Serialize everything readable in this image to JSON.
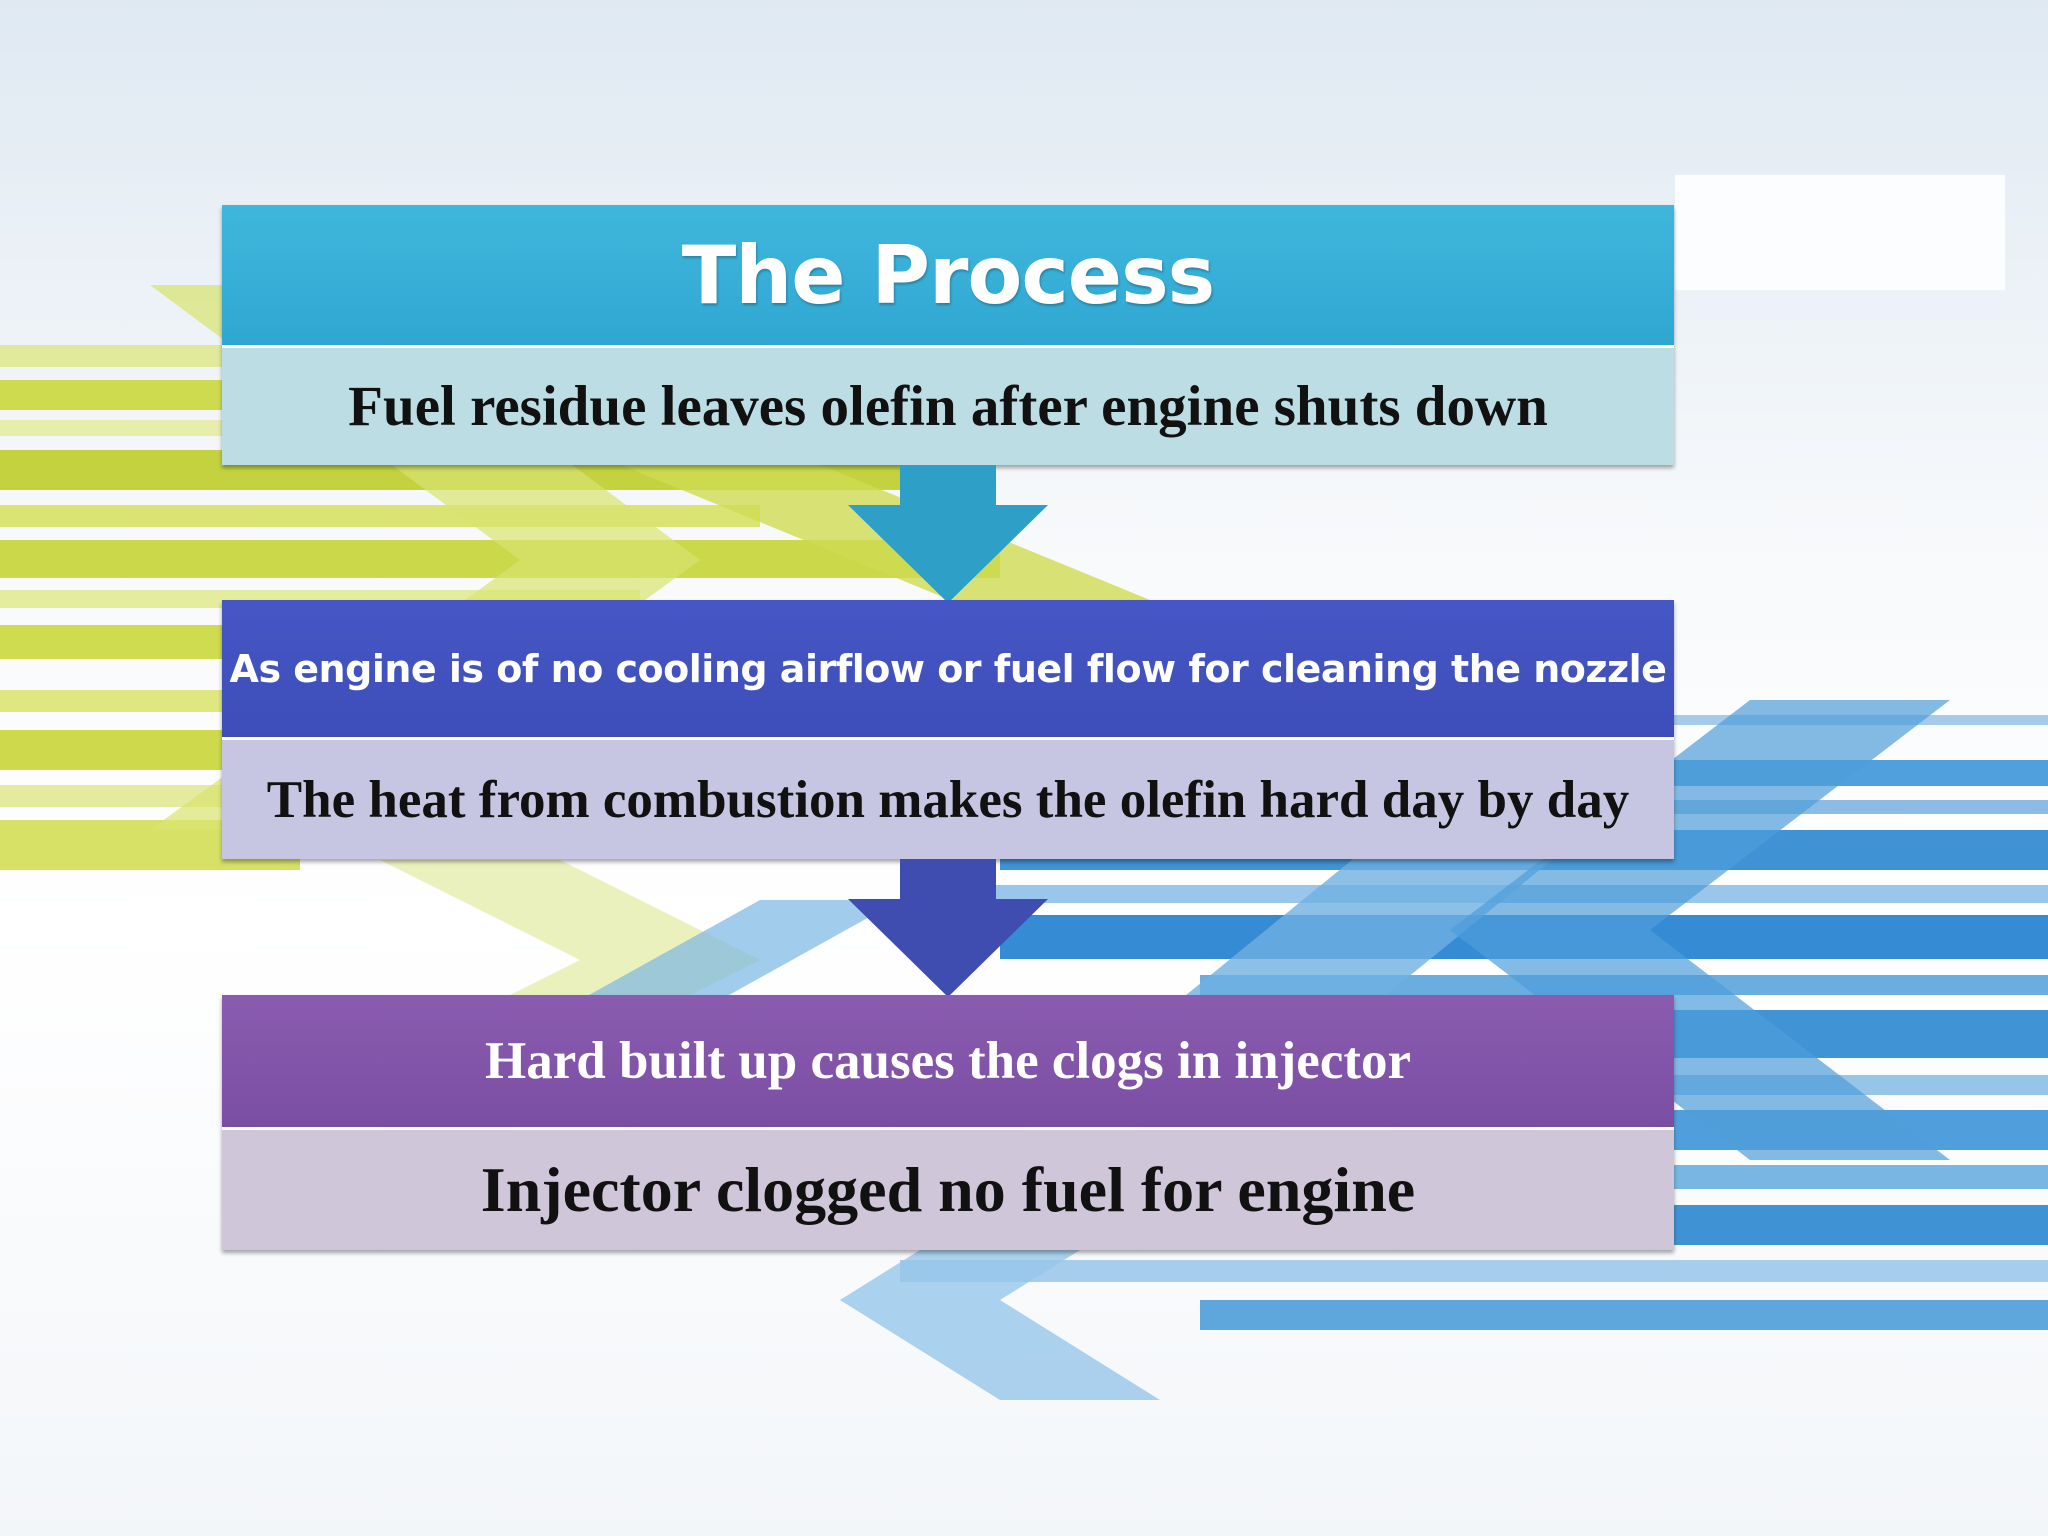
{
  "slide": {
    "title": "The Process",
    "steps": [
      {
        "header": "The Process",
        "text": "Fuel residue leaves olefin after engine shuts down"
      },
      {
        "header": "As engine is of no cooling airflow or fuel flow for cleaning the nozzle",
        "text": "The heat from combustion makes the olefin hard day by day"
      },
      {
        "header": "Hard built up causes the clogs in injector",
        "text": "Injector clogged no fuel for engine"
      }
    ],
    "colors": {
      "step1": "#3fb7dc",
      "step2": "#4656c4",
      "step3": "#8a5cb0",
      "accent_green": "#c6d400",
      "accent_blue": "#1f7fd0"
    }
  }
}
